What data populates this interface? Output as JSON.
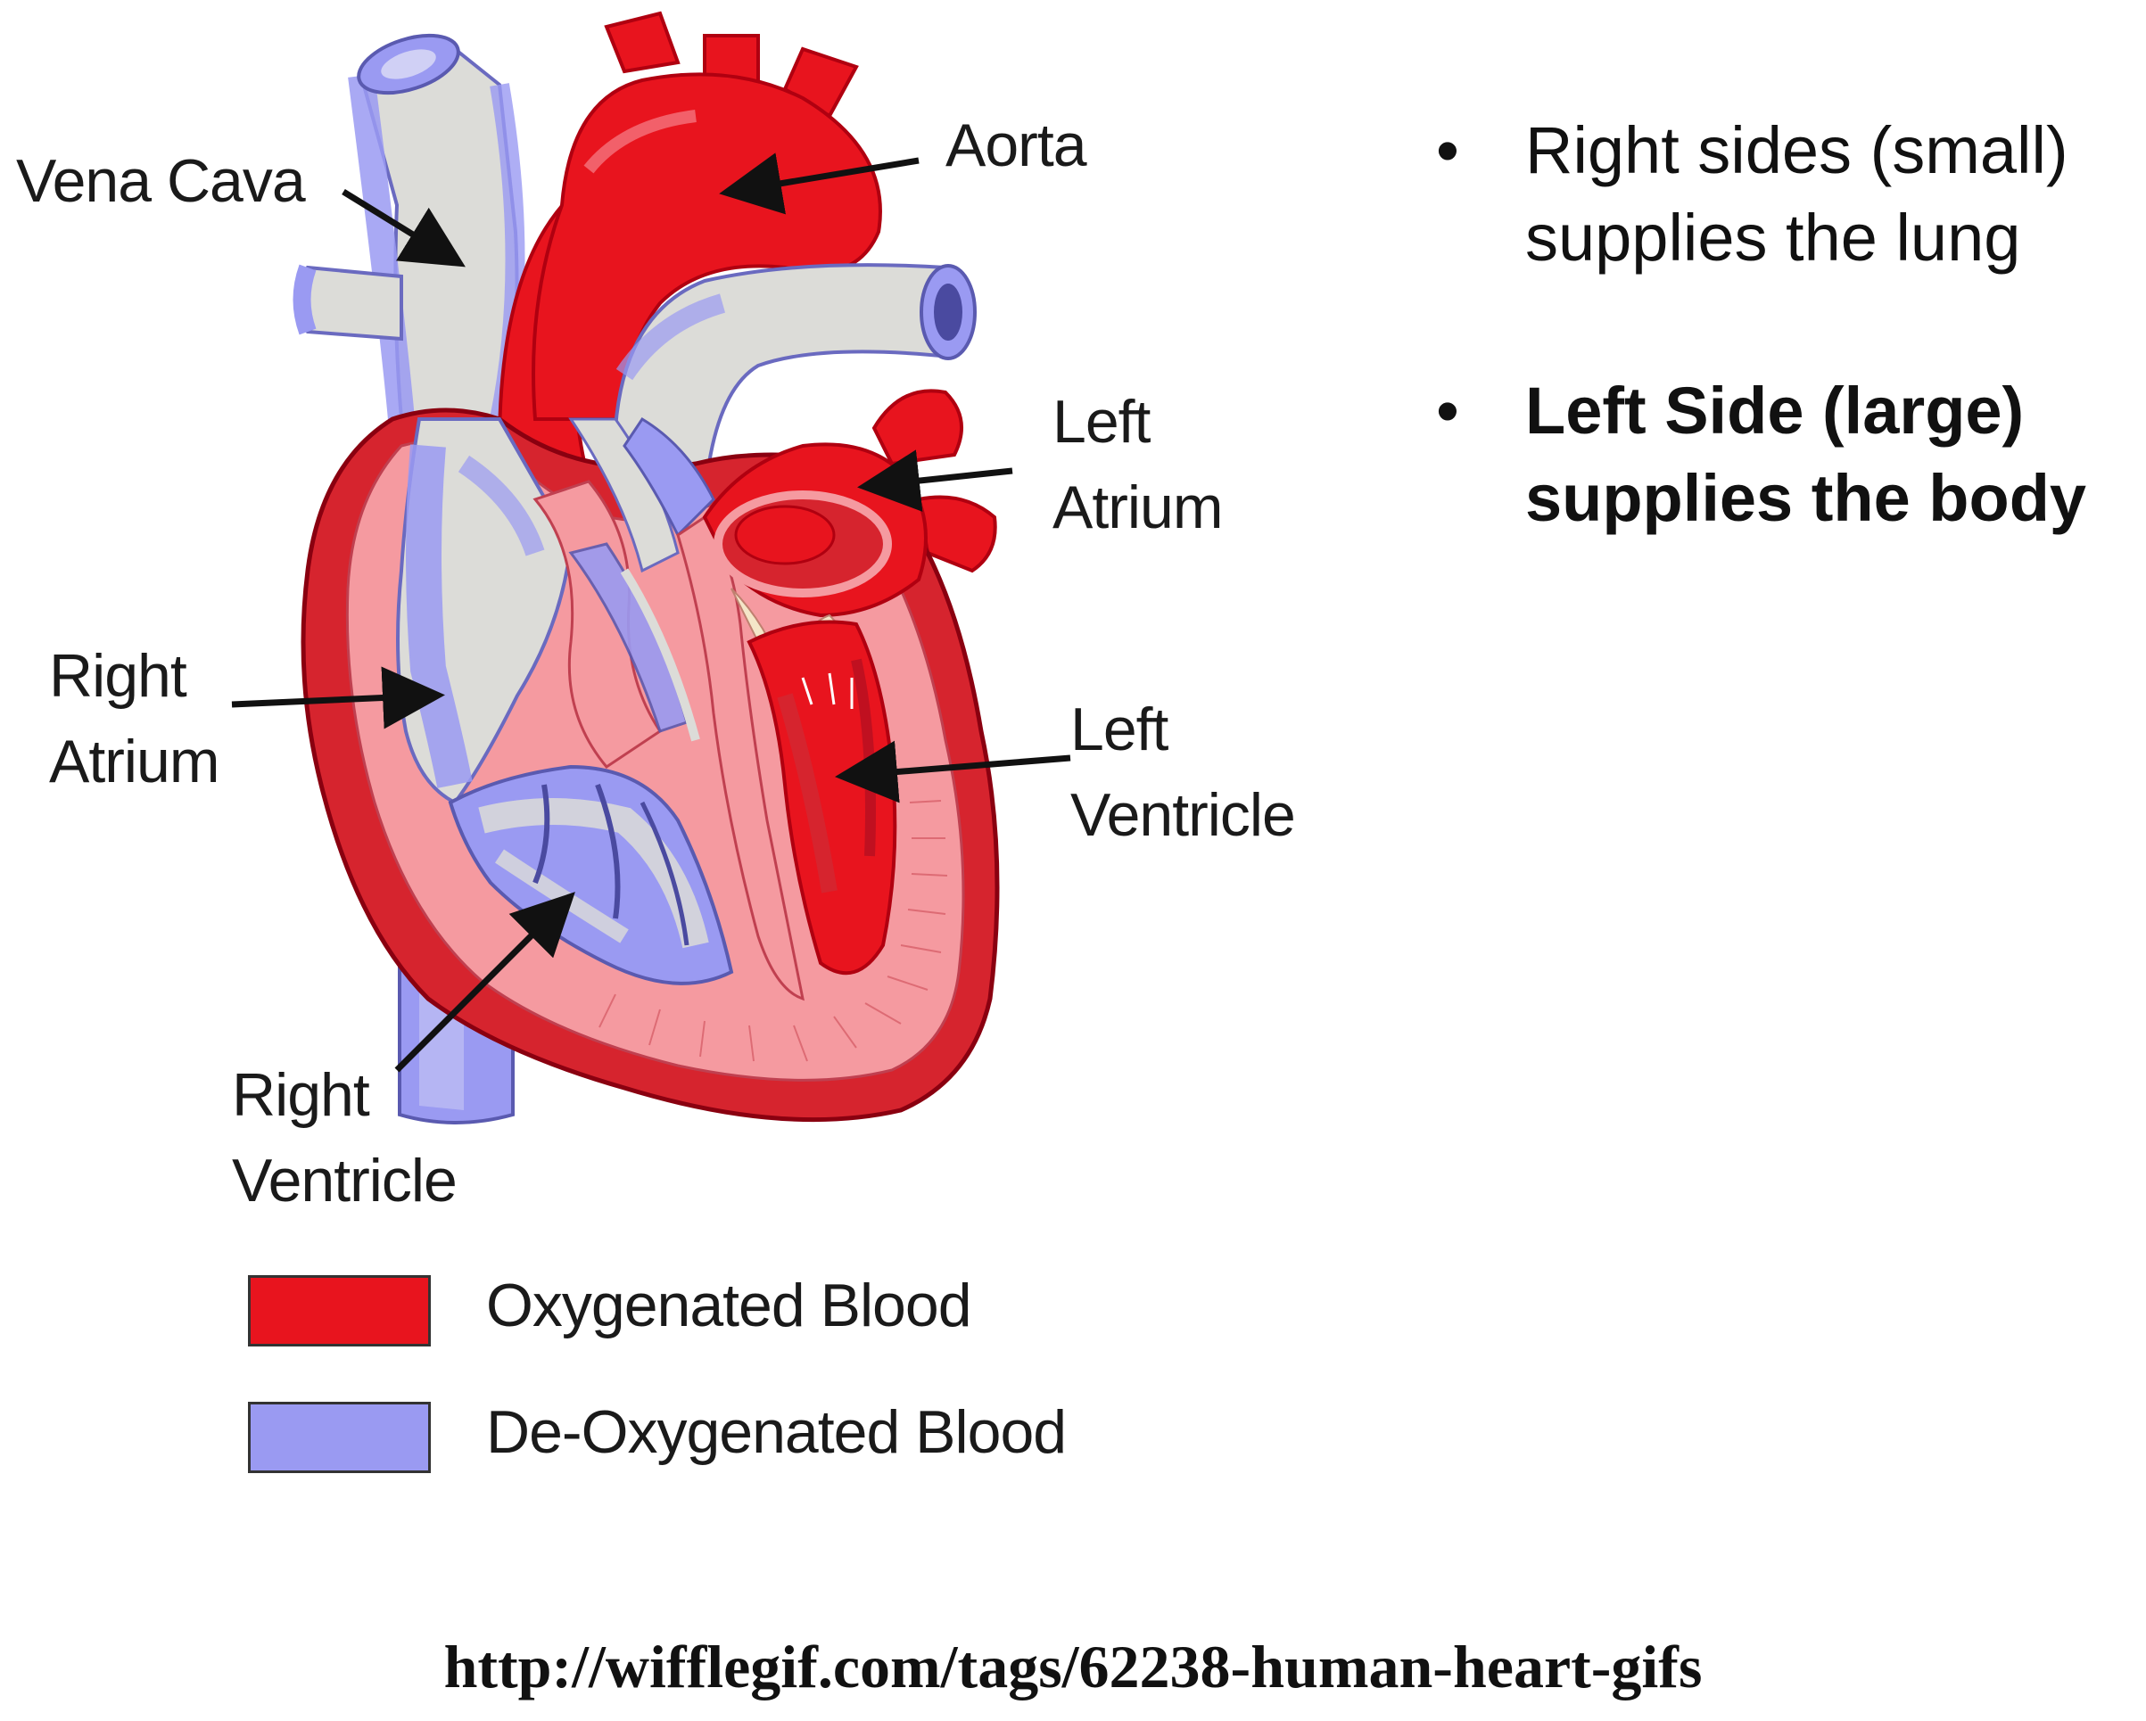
{
  "labels": {
    "vena_cava": "Vena Cava",
    "aorta": "Aorta",
    "left_atrium": [
      "Left",
      "Atrium"
    ],
    "right_atrium": [
      "Right",
      "Atrium"
    ],
    "left_ventricle": [
      "Left",
      "Ventricle"
    ],
    "right_ventricle": [
      "Right",
      "Ventricle"
    ]
  },
  "legend": [
    {
      "label": "Oxygenated Blood",
      "color": "#e8141e"
    },
    {
      "label": "De-Oxygenated Blood",
      "color": "#9a9af2"
    }
  ],
  "bullets": [
    {
      "line1": "Right sides (small)",
      "line2": "supplies the lung",
      "bold": false
    },
    {
      "line1": "Left Side (large)",
      "line2": "supplies the body",
      "bold": true
    }
  ],
  "bullet_glyph": "•",
  "source_url": "http://wifflegif.com/tags/62238-human-heart-gifs",
  "colors": {
    "oxygenated": "#e8141e",
    "deoxygenated": "#9a9af2",
    "myocardium": "#f59aa0",
    "outer_muscle": "#d6242e",
    "vessel_fill": "#dcdcd8"
  }
}
